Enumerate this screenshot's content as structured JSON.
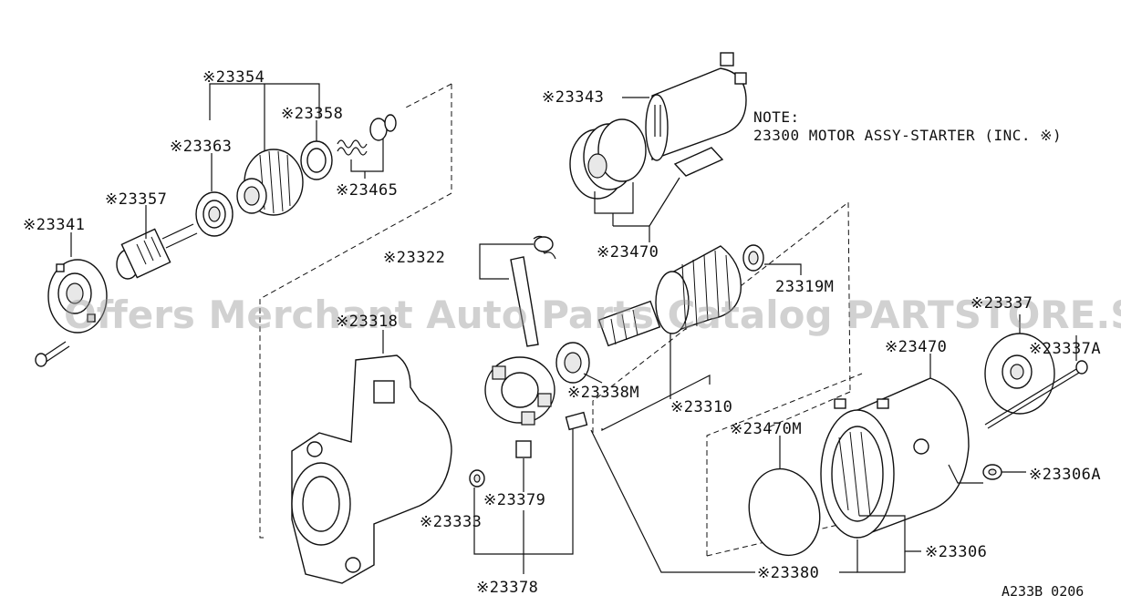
{
  "watermark": "Offers Merchant Auto Parts Catalog PARTSTORE.SA",
  "note": {
    "heading": "NOTE:",
    "text": "23300 MOTOR ASSY-STARTER (INC. ※)"
  },
  "diagram_code": "A233B 0206",
  "labels": {
    "p23354": "※23354",
    "p23358": "※23358",
    "p23363": "※23363",
    "p23465": "※23465",
    "p23357": "※23357",
    "p23341": "※23341",
    "p23343": "※23343",
    "p23470_top": "※23470",
    "p23322": "※23322",
    "p23319M": "23319M",
    "p23337": "※23337",
    "p23337A": "※23337A",
    "p23318": "※23318",
    "p23470_right": "※23470",
    "p23338M": "※23338M",
    "p23310": "※23310",
    "p23470M": "※23470M",
    "p23306A": "※23306A",
    "p23379": "※23379",
    "p23333": "※23333",
    "p23306": "※23306",
    "p23378": "※23378",
    "p23380": "※23380"
  }
}
